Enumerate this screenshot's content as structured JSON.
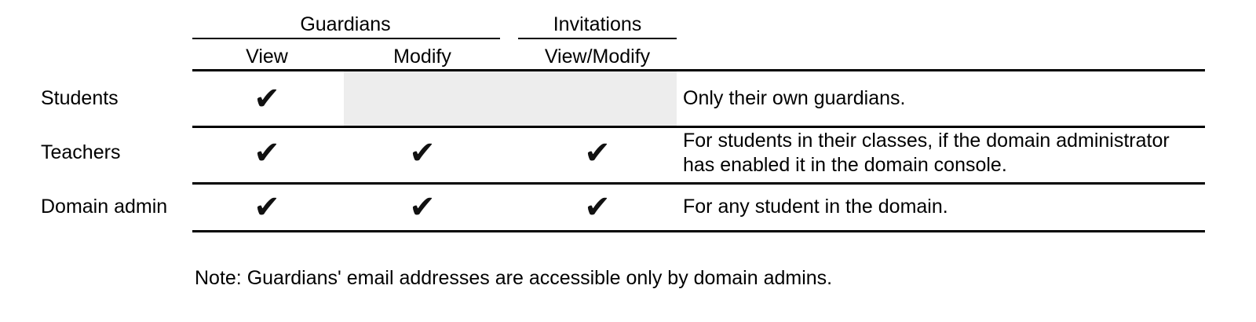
{
  "figure": {
    "kind": "permissions-matrix-table",
    "background_color": "#ffffff",
    "rule_color": "#000000",
    "shaded_cell_color": "#ededed"
  },
  "table": {
    "group_headers": [
      {
        "label": "Guardians"
      },
      {
        "label": "Invitations"
      }
    ],
    "column_headers": [
      {
        "label": "View"
      },
      {
        "label": "Modify"
      },
      {
        "label": "View/Modify"
      }
    ],
    "check_glyph": "✔",
    "rows": [
      {
        "label": "Students",
        "guardians_view": "✔",
        "guardians_modify": "",
        "invitations_view_modify": "",
        "notes": "Only their own guardians."
      },
      {
        "label": "Teachers",
        "guardians_view": "✔",
        "guardians_modify": "✔",
        "invitations_view_modify": "✔",
        "notes_line1": "For students in their classes, if the domain administrator",
        "notes_line2": "has enabled it in the domain console."
      },
      {
        "label": "Domain admin",
        "guardians_view": "✔",
        "guardians_modify": "✔",
        "invitations_view_modify": "✔",
        "notes": "For any student in the domain."
      }
    ]
  },
  "footnote": {
    "text": "Note: Guardians' email addresses are accessible only by domain admins."
  }
}
